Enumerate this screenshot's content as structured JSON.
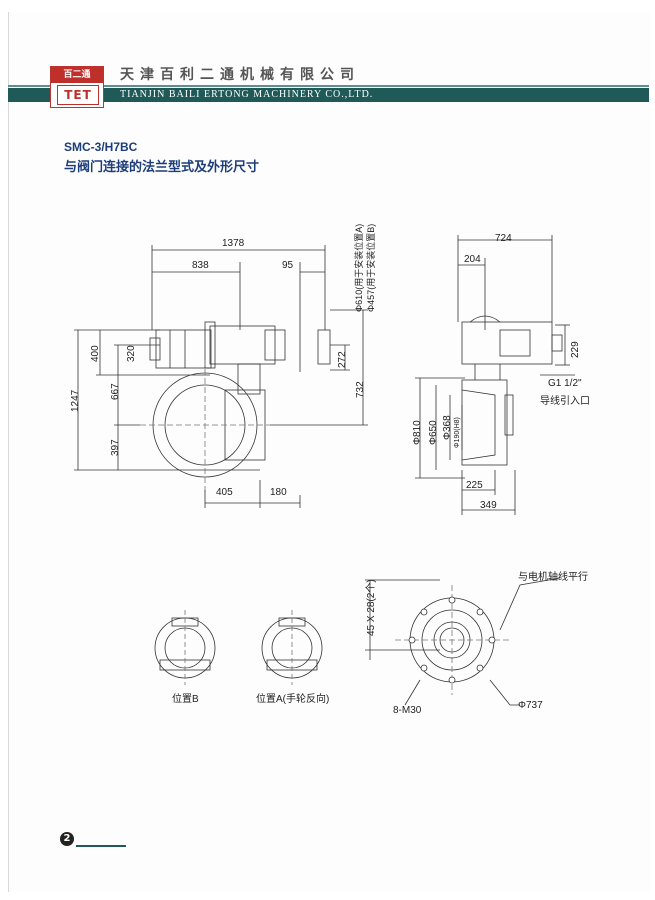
{
  "header": {
    "logo_top": "百二通",
    "logo_bottom": "TET",
    "company_cn": "天津百利二通机械有限公司",
    "company_en": "TIANJIN BAILI ERTONG MACHINERY CO.,LTD."
  },
  "title": {
    "model": "SMC-3/H7BC",
    "subtitle": "与阀门连接的法兰型式及外形尺寸"
  },
  "front_view": {
    "dim_1378": "1378",
    "dim_838": "838",
    "dim_95": "95",
    "dim_400": "400",
    "dim_320": "320",
    "dim_667": "667",
    "dim_1247": "1247",
    "dim_397": "397",
    "dim_272": "272",
    "dim_732": "732",
    "dim_405": "405",
    "dim_180": "180",
    "handwheel_a": "Φ610(用于安装位置A)",
    "handwheel_b": "Φ457(用于安装位置B)"
  },
  "side_view": {
    "dim_724": "724",
    "dim_204": "204",
    "dim_229": "229",
    "dim_810": "Φ810",
    "dim_650": "Φ650",
    "dim_368": "Φ368",
    "dim_190": "Φ190(H8)",
    "dim_225": "225",
    "dim_349": "349",
    "cable_thread": "G1 1/2\"",
    "cable_entry": "导线引入口"
  },
  "flange_view": {
    "keyway": "45 X 28(2个)",
    "motor_parallel": "与电机轴线平行",
    "bolts": "8-M30",
    "diameter": "Φ737"
  },
  "positions": {
    "b": "位置B",
    "a": "位置A(手轮反向)"
  },
  "footer": {
    "page": "2"
  }
}
